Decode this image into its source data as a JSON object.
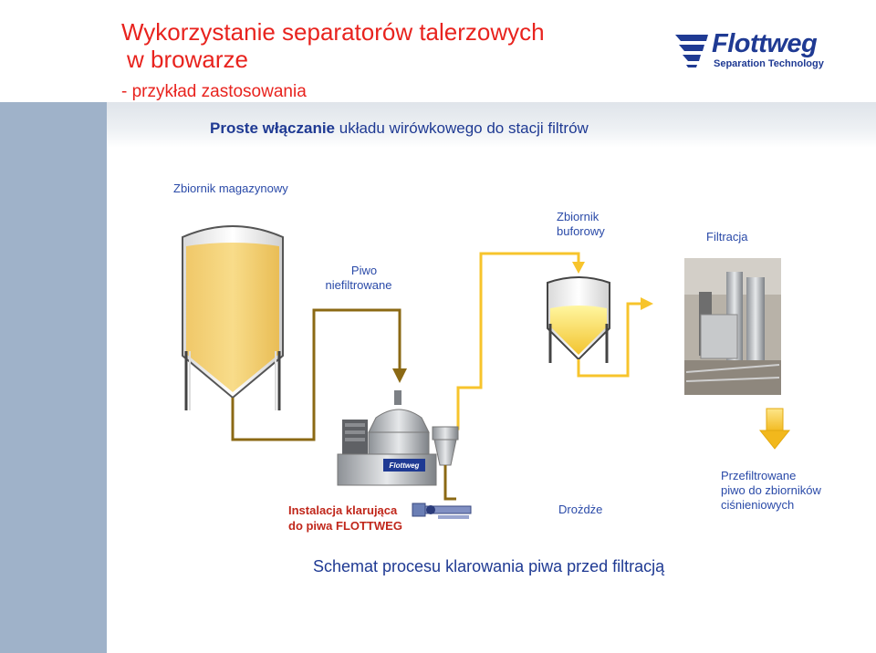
{
  "header": {
    "title_line1": "Wykorzystanie separatorów talerzowych",
    "title_line2": "w browarze",
    "subtitle": "- przykład zastosowania"
  },
  "logo": {
    "brand": "Flottweg",
    "tagline": "Separation Technology",
    "icon": "flottweg-logo-icon"
  },
  "diagram": {
    "heading_bold": "Proste włączanie",
    "heading_rest": " układu wirówkowego do stacji filtrów",
    "storage_tank_label": "Zbiornik magazynowy",
    "buffer_tank_label_line1": "Zbiornik",
    "buffer_tank_label_line2": "buforowy",
    "filtration_label": "Filtracja",
    "unfiltered_label_line1": "Piwo",
    "unfiltered_label_line2": "niefiltrowane",
    "separator_label_line1": "Instalacja klarująca",
    "separator_label_line2": "do piwa FLOTTWEG",
    "yeast_label": "Drożdże",
    "filtered_label_line1": "Przefiltrowane",
    "filtered_label_line2": "piwo do zbiorników",
    "filtered_label_line3": "ciśnieniowych",
    "machine_badge": "Flottweg"
  },
  "caption": "Schemat procesu klarowania piwa przed filtracją",
  "colors": {
    "title_red": "#e8231e",
    "heading_blue": "#1f3a93",
    "label_blue": "#2a4aa8",
    "beer_yellow": "#f4d36b",
    "yeast_brown": "#8b6914",
    "filtered_yellow": "#f6c23a",
    "sidebar": "#9fb2c9"
  }
}
